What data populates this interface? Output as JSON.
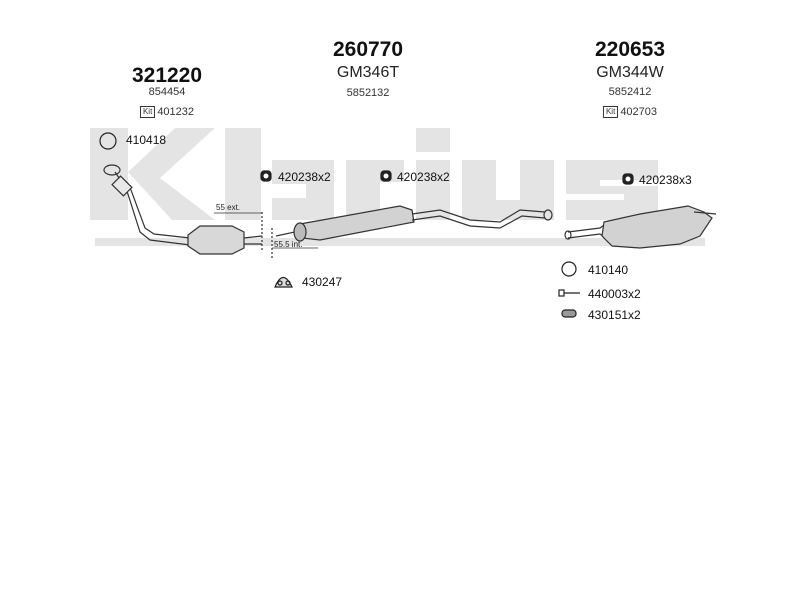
{
  "brand": {
    "logo_text": "Klarius"
  },
  "assemblies": [
    {
      "part": "321220",
      "oe": "854454",
      "kit_label": "Kit",
      "kit": "401232"
    },
    {
      "part": "260770",
      "ref": "GM346T",
      "oe": "5852132"
    },
    {
      "part": "220653",
      "ref": "GM344W",
      "oe": "5852412",
      "kit_label": "Kit",
      "kit": "402703"
    }
  ],
  "fittings": {
    "gasket_front": "410418",
    "clamp_front_mid": "420238x2",
    "clamp_mid": "420238x2",
    "clamp_rear": "420238x3",
    "mount": "430247",
    "ring_rear": "410140",
    "bolt_rear": "440003x2",
    "rubber_rear": "430151x2"
  },
  "dimensions": {
    "ext": "55 ext.",
    "int": "55.5 int."
  },
  "colors": {
    "watermark": "#e6e6e6",
    "line": "#333333",
    "fill": "#d9d9d9"
  }
}
